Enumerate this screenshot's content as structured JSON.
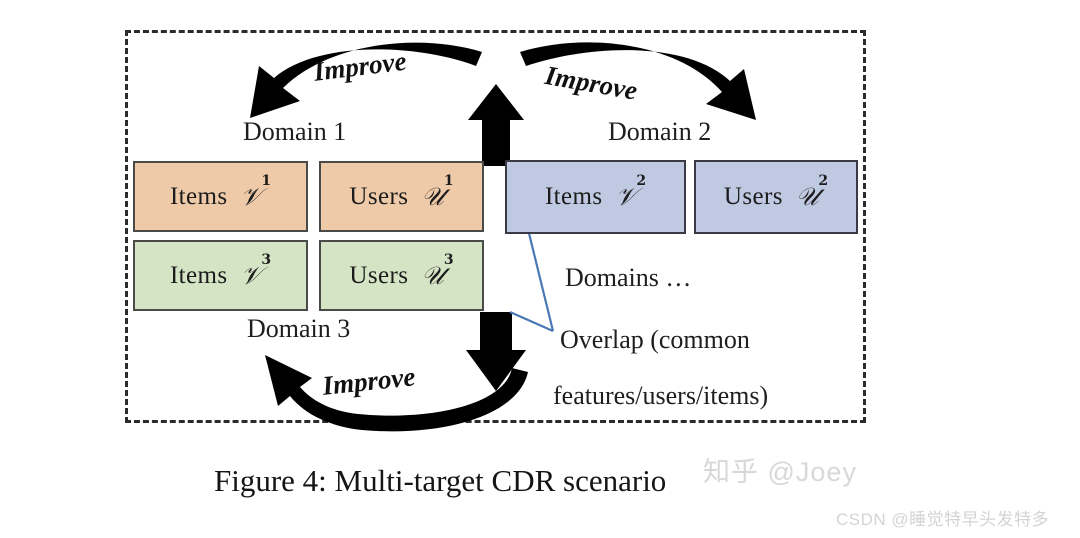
{
  "figure": {
    "caption": "Figure 4: Multi-target CDR scenario",
    "colors": {
      "domain1_fill": "#eecaa9",
      "domain3_fill": "#d6e4c6",
      "domain2_fill": "#bfc9e1",
      "box_border": "#4a4a48",
      "frame_border": "#2b2b2b",
      "arrow_black": "#000000",
      "leader_blue": "#4a78b5"
    }
  },
  "domains": {
    "domain1_label": "Domain 1",
    "domain2_label": "Domain 2",
    "domain3_label": "Domain 3",
    "more_label": "Domains …"
  },
  "boxes": {
    "items_v1": {
      "label": "Items",
      "symbol": "𝒱",
      "superscript": "1"
    },
    "users_u1": {
      "label": "Users",
      "symbol": "𝒰",
      "superscript": "1"
    },
    "items_v3": {
      "label": "Items",
      "symbol": "𝒱",
      "superscript": "3"
    },
    "users_u3": {
      "label": "Users",
      "symbol": "𝒰",
      "superscript": "3"
    },
    "items_v2": {
      "label": "Items",
      "symbol": "𝒱",
      "superscript": "2"
    },
    "users_u2": {
      "label": "Users",
      "symbol": "𝒰",
      "superscript": "2"
    }
  },
  "arrows": {
    "improve_left": "Improve",
    "improve_right": "Improve",
    "improve_bottom": "Improve"
  },
  "annotations": {
    "overlap_line1": "Overlap (common",
    "overlap_line2": "features/users/items)"
  },
  "watermarks": {
    "zhihu": "知乎 @Joey",
    "csdn": "CSDN @睡觉特早头发特多"
  }
}
